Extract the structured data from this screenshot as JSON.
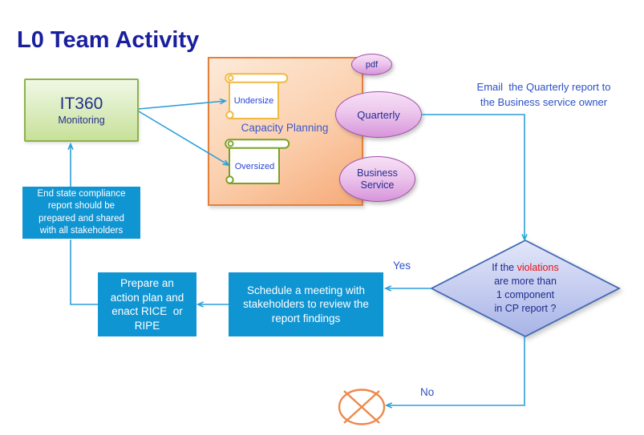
{
  "title": "L0 Team Activity",
  "it360": {
    "name": "IT360",
    "subtitle": "Monitoring"
  },
  "capacity": {
    "group_label": "Capacity Planning",
    "undersize": "Undersize",
    "oversized": "Oversized"
  },
  "artifacts": {
    "pdf": "pdf",
    "quarterly": "Quarterly",
    "business_service": "Business\nService"
  },
  "notes": {
    "email": "Email  the Quarterly report to\nthe Business service owner",
    "yes": "Yes",
    "no": "No"
  },
  "decision": {
    "line1_prefix": "If the ",
    "line1_highlight": "violations",
    "rest": "are more than\n1 component\nin CP report ?"
  },
  "processes": {
    "schedule": "Schedule a meeting with\nstakeholders to review the\nreport findings",
    "prepare": "Prepare an\naction plan and\nenact RICE  or\nRIPE",
    "end_state": "End state compliance\nreport should be\nprepared and shared\nwith all stakeholders"
  },
  "colors": {
    "title_text": "#1a1f9e",
    "arrow_blue": "#2b9fda",
    "arrow_cyan": "#1fb0cf",
    "process_box": "#1095d3",
    "diamond_border": "#4169b2",
    "diamond_fill_top": "#e0e4f8",
    "diamond_fill_bottom": "#a9b4e7",
    "ellipse_border": "#a24fa8",
    "green_node_border": "#8cb24a",
    "orange_group_border": "#e5803a",
    "scroll_yellow": "#efb944",
    "scroll_green": "#78a226",
    "violations_red": "#ea1010",
    "terminator_orange": "#ec8a4e"
  }
}
